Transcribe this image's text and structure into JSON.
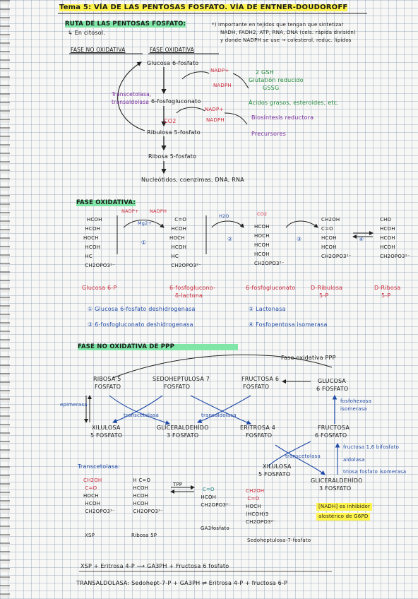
{
  "title": "Tema 5: VÍA DE LAS PENTOSAS FOSFATO. VÍA DE ENTNER-DOUDOROFF",
  "section1": {
    "heading": "RUTA DE LAS PENTOSAS FOSFATO:",
    "sub": "↳ En citosol.",
    "note_l1": "*) Importante en tejidos que tengan que sintetizar",
    "note_l2": "NADH, FADH2, ATP, RNA, DNA (cels. rápida división)",
    "note_l3": "y donde NADPH se use → colesterol, reduc. lípidos",
    "fase_no_ox": "FASE NO OXIDATIVA",
    "fase_ox": "FASE OXIDATIVA",
    "glucosa6f": "Glucosa 6-fosfato",
    "nadp1": "NADP+",
    "nadph1": "NADPH",
    "gsh": "2 GSH",
    "glut_red": "Glutatión reducido",
    "gssg": "GSSG",
    "trans1": "Transcetolasa,",
    "trans2": "transaldolasa",
    "fosfogluconato": "6-fosfogluconato",
    "acidos": "Ácidos grasos, esteroides, etc.",
    "co2": "CO2",
    "nadp2": "NADP+",
    "nadph2": "NADPH",
    "biosint": "Biosíntesis reductora",
    "ribulosa": "Ribulosa 5-fosfato",
    "precursores": "Precursores",
    "ribosa": "Ribosa 5-fosfato",
    "nucleotidos": "Nucleótidos, coenzimas, DNA, RNA"
  },
  "section2": {
    "heading": "FASE OXIDATIVA:",
    "nadp": "NADP+",
    "nadph": "NADPH",
    "h2o": "H2O",
    "mg": "Mg2+",
    "co2": "CO2",
    "step1": "①",
    "step2": "②",
    "step3": "③",
    "step4": "④",
    "name1": "Glucosa 6-P",
    "name2a": "6-fosfoglucono-",
    "name2b": "δ-lactona",
    "name3": "6-fosfogluconato",
    "name4a": "D-Ribulosa",
    "name4b": "5-P",
    "name5a": "D-Ribosa",
    "name5b": "5-P",
    "enz1": "① Glucosa 6-fosfato deshidrogenasa",
    "enz2": "② Lactonasa",
    "enz3": "③ 6-fosfogluconato deshidrogenasa",
    "enz4": "④ Fosfopentosa isomerasa"
  },
  "section3": {
    "heading": "FASE NO OXIDATIVA DE PPP",
    "fase_ox_ppp": "Fase oxidativa PPP",
    "ribosa5f_a": "RIBOSA 5",
    "ribosa5f_b": "FOSFATO",
    "sedo_a": "SEDOHEPTULOSA 7",
    "sedo_b": "FOSFATO",
    "fruc6_a": "FRUCTOSA 6",
    "fruc6_b": "FOSFATO",
    "gluc6_a": "GLUCOSA",
    "gluc6_b": "6 FOSFATO",
    "epimerasa": "epimerasa",
    "transcetolasa": "transcetolasa",
    "transaldolasa": "transaldolasa",
    "fosfohexosa_a": "fosfohexosa",
    "fosfohexosa_b": "isomerasa",
    "xil_a": "XILULOSA",
    "xil_b": "5 FOSFATO",
    "glicer_a": "GLICERALDEHÍDO",
    "glicer_b": "3 FOSFATO",
    "erit_a": "ERITROSA 4",
    "erit_b": "FOSFATO",
    "fruc_a": "FRUCTOSA",
    "fruc_b": "6 FOSFATO",
    "transcetolasa2": "transcetolasa",
    "fruc16": "fructosa 1,6 bifosfato",
    "aldolasa": "aldolasa",
    "triosa": "triosa fosfato isomerasa",
    "xil2_a": "XILULOSA",
    "xil2_b": "5 FOSFATO",
    "glicer2_a": "GLICERALDEHÍDO",
    "glicer2_b": "3 FOSFATO",
    "transcetolasa_label": "Transcetolasa:",
    "tpp": "TPP",
    "xsp": "XSP",
    "ribosa5p": "Ribosa 5P",
    "ga3p": "GA3fosfato",
    "sedo7": "Sedoheptulosa-7-fosfato",
    "nadph_note1": "[NADH] es inhibidor",
    "nadph_note2": "alostérico de G6PD",
    "eq1": "XSP + Eritrosa 4-P ⟶ GA3PH + Fructosa 6 fosfato",
    "eq2": "TRANSALDOLASA: Sedohept-7-P + GA3PH ⇌ Eritrosa 4-P + fructosa 6-P"
  }
}
